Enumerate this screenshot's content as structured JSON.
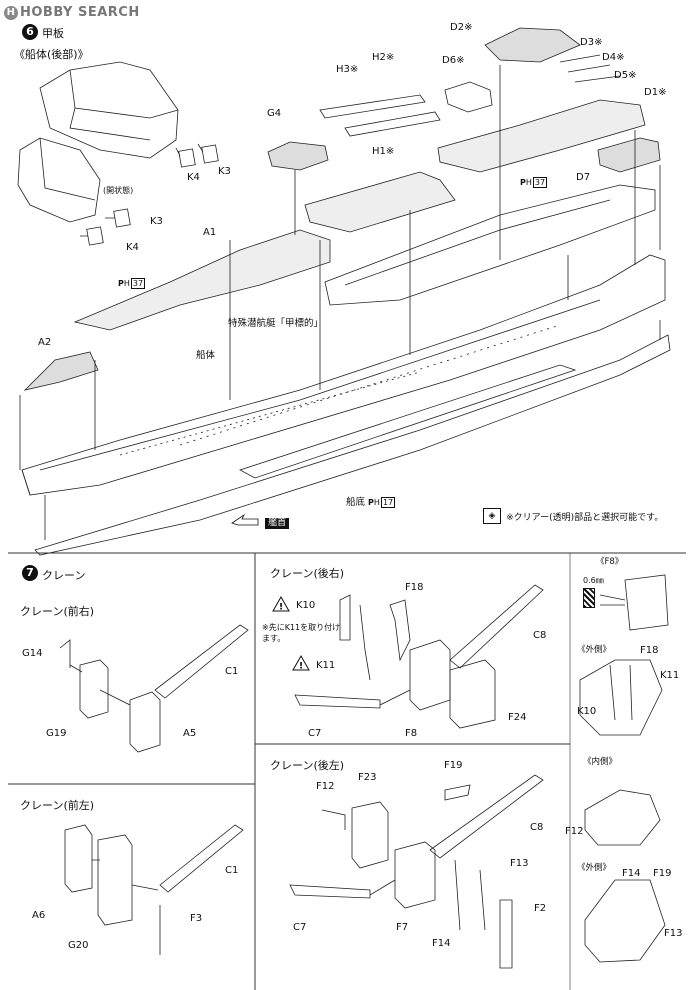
{
  "watermark": {
    "brand": "HOBBY SEARCH",
    "badge": "H"
  },
  "step6": {
    "number": "6",
    "title": "甲板",
    "subtitle": "《船体(後部)》",
    "open_state": "(開状態)",
    "hull_label": "船体",
    "sub_label": "特殊潜航艇「甲標的」",
    "bottom_label": "船底",
    "bow_label": "艦首",
    "clear_note": "※クリアー(透明)部品と選択可能です。",
    "page_ref_prefix": "P",
    "page_ref_h": "H",
    "page_37": "37",
    "page_17": "17",
    "parts": {
      "K3a": "K3",
      "K4a": "K4",
      "K3b": "K3",
      "K4b": "K4",
      "A1": "A1",
      "A2": "A2",
      "G4": "G4",
      "H1": "H1※",
      "H2": "H2※",
      "H3": "H3※",
      "D1": "D1※",
      "D2": "D2※",
      "D3": "D3※",
      "D4": "D4※",
      "D5": "D5※",
      "D6": "D6※",
      "D7": "D7"
    }
  },
  "step7": {
    "number": "7",
    "title": "クレーン",
    "front_right": "クレーン(前右)",
    "front_left": "クレーン(前左)",
    "rear_right": "クレーン(後右)",
    "rear_left": "クレーン(後左)",
    "note_k11": "※先にK11を取り付けます。",
    "f8_title": "《F8》",
    "f8_dim": "0.6㎜",
    "outer1": "《外側》",
    "inner": "《内側》",
    "outer2": "《外側》",
    "parts": {
      "G14": "G14",
      "G19": "G19",
      "A5": "A5",
      "C1a": "C1",
      "A6": "A6",
      "G20": "G20",
      "F3": "F3",
      "C1b": "C1",
      "K10": "K10",
      "K11": "K11",
      "F18": "F18",
      "C8a": "C8",
      "C7a": "C7",
      "F8": "F8",
      "F24": "F24",
      "F12": "F12",
      "F23": "F23",
      "F19": "F19",
      "C8b": "C8",
      "F13": "F13",
      "C7b": "C7",
      "F7": "F7",
      "F14": "F14",
      "F2": "F2",
      "d_F18": "F18",
      "d_K11": "K11",
      "d_K10": "K10",
      "d_F12": "F12",
      "d_F14": "F14",
      "d_F19": "F19",
      "d_F13": "F13"
    }
  }
}
